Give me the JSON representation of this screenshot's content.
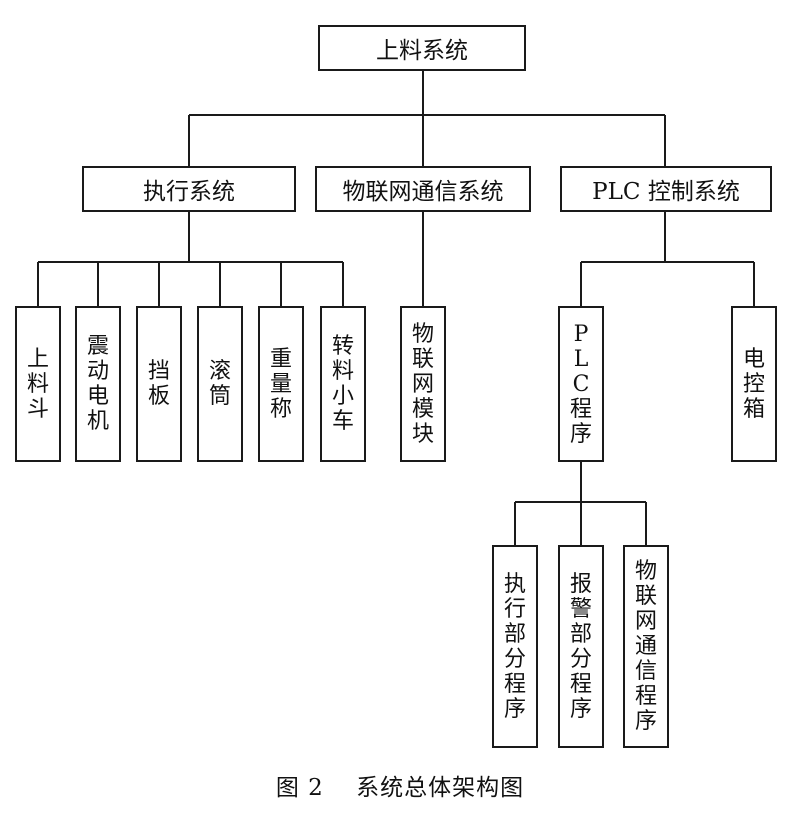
{
  "diagram": {
    "root": {
      "label": "上料系统"
    },
    "branches": [
      {
        "label": "执行系统",
        "children": [
          {
            "label": "上料斗"
          },
          {
            "label": "震动电机"
          },
          {
            "label": "挡板"
          },
          {
            "label": "滚筒"
          },
          {
            "label": "重量称"
          },
          {
            "label": "转料小车"
          }
        ]
      },
      {
        "label": "物联网通信系统",
        "children": [
          {
            "label": "物联网模块"
          }
        ]
      },
      {
        "label": "PLC 控制系统",
        "children": [
          {
            "label": "PLC 程序",
            "label_lines": [
              "PLC",
              "程序"
            ],
            "children": [
              {
                "label": "执行部分程序"
              },
              {
                "label": "报警部分程序"
              },
              {
                "label": "物联网通信程序"
              }
            ]
          },
          {
            "label": "电控箱"
          }
        ]
      }
    ]
  },
  "caption": "图 2　 系统总体架构图"
}
